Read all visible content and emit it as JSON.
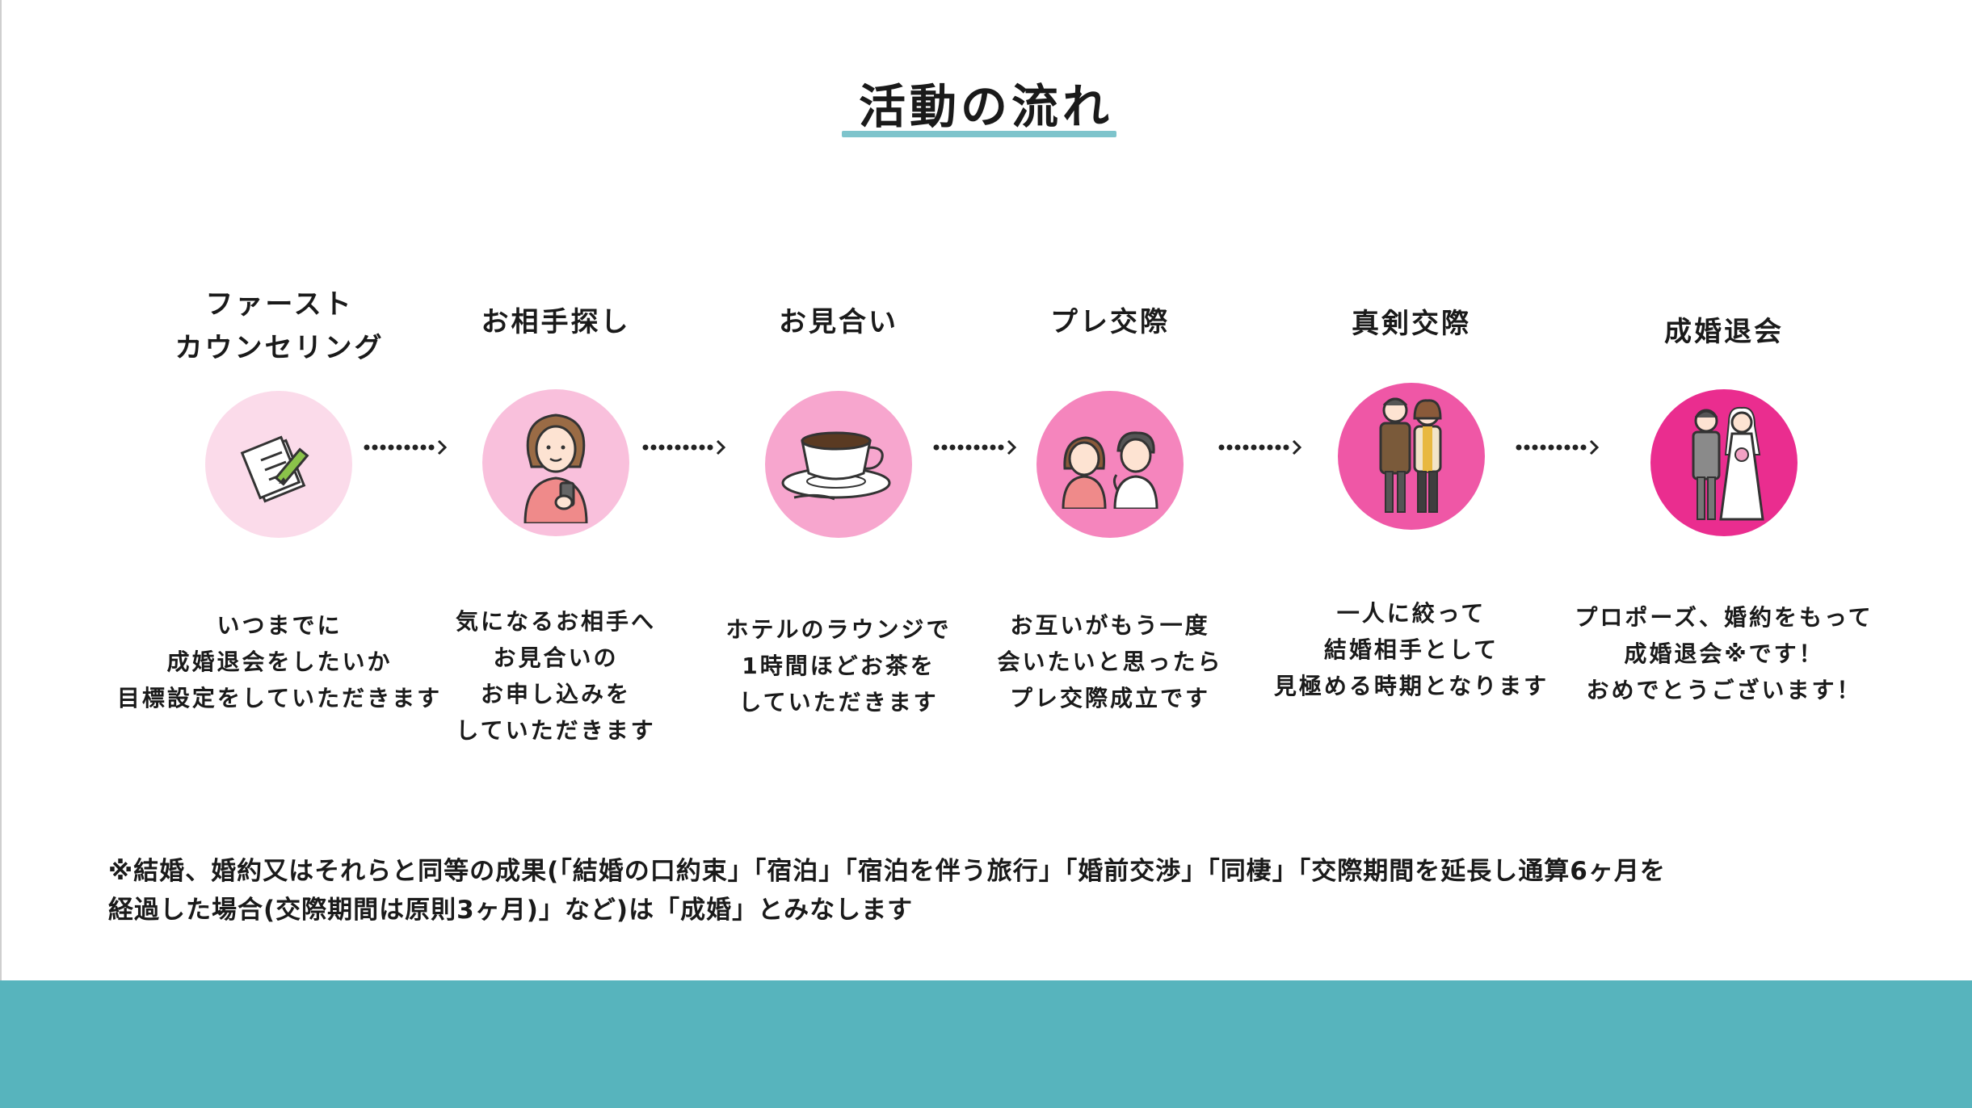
{
  "title": "活動の流れ",
  "colors": {
    "accent_underline": "#7ec4cc",
    "footer_band": "#57b4bd",
    "step_circles": [
      "#fbdbea",
      "#f9c0dc",
      "#f7a6ce",
      "#f585bd",
      "#ef57a6",
      "#ea2d8f"
    ]
  },
  "steps": [
    {
      "heading_lines": [
        "ファースト",
        "カウンセリング"
      ],
      "icon": "notebook-pen-icon",
      "description_lines": [
        "いつまでに",
        "成婚退会をしたいか",
        "目標設定をしていただきます"
      ]
    },
    {
      "heading_lines": [
        "お相手探し"
      ],
      "icon": "woman-smartphone-icon",
      "description_lines": [
        "気になるお相手へ",
        "お見合いの",
        "お申し込みを",
        "していただきます"
      ]
    },
    {
      "heading_lines": [
        "お見合い"
      ],
      "icon": "coffee-cup-icon",
      "description_lines": [
        "ホテルのラウンジで",
        "1時間ほどお茶を",
        "していただきます"
      ]
    },
    {
      "heading_lines": [
        "プレ交際"
      ],
      "icon": "couple-talking-icon",
      "description_lines": [
        "お互いがもう一度",
        "会いたいと思ったら",
        "プレ交際成立です"
      ]
    },
    {
      "heading_lines": [
        "真剣交際"
      ],
      "icon": "couple-standing-icon",
      "description_lines": [
        "一人に絞って",
        "結婚相手として",
        "見極める時期となります"
      ]
    },
    {
      "heading_lines": [
        "成婚退会"
      ],
      "icon": "bride-groom-icon",
      "description_lines": [
        "プロポーズ、婚約をもって",
        "成婚退会※です！",
        "おめでとうございます！"
      ]
    }
  ],
  "note_lines": [
    "※結婚、婚約又はそれらと同等の成果(「結婚の口約束」「宿泊」「宿泊を伴う旅行」「婚前交渉」「同棲」「交際期間を延長し通算6ヶ月を",
    "経過した場合(交際期間は原則3ヶ月)」など)は「成婚」とみなします"
  ]
}
